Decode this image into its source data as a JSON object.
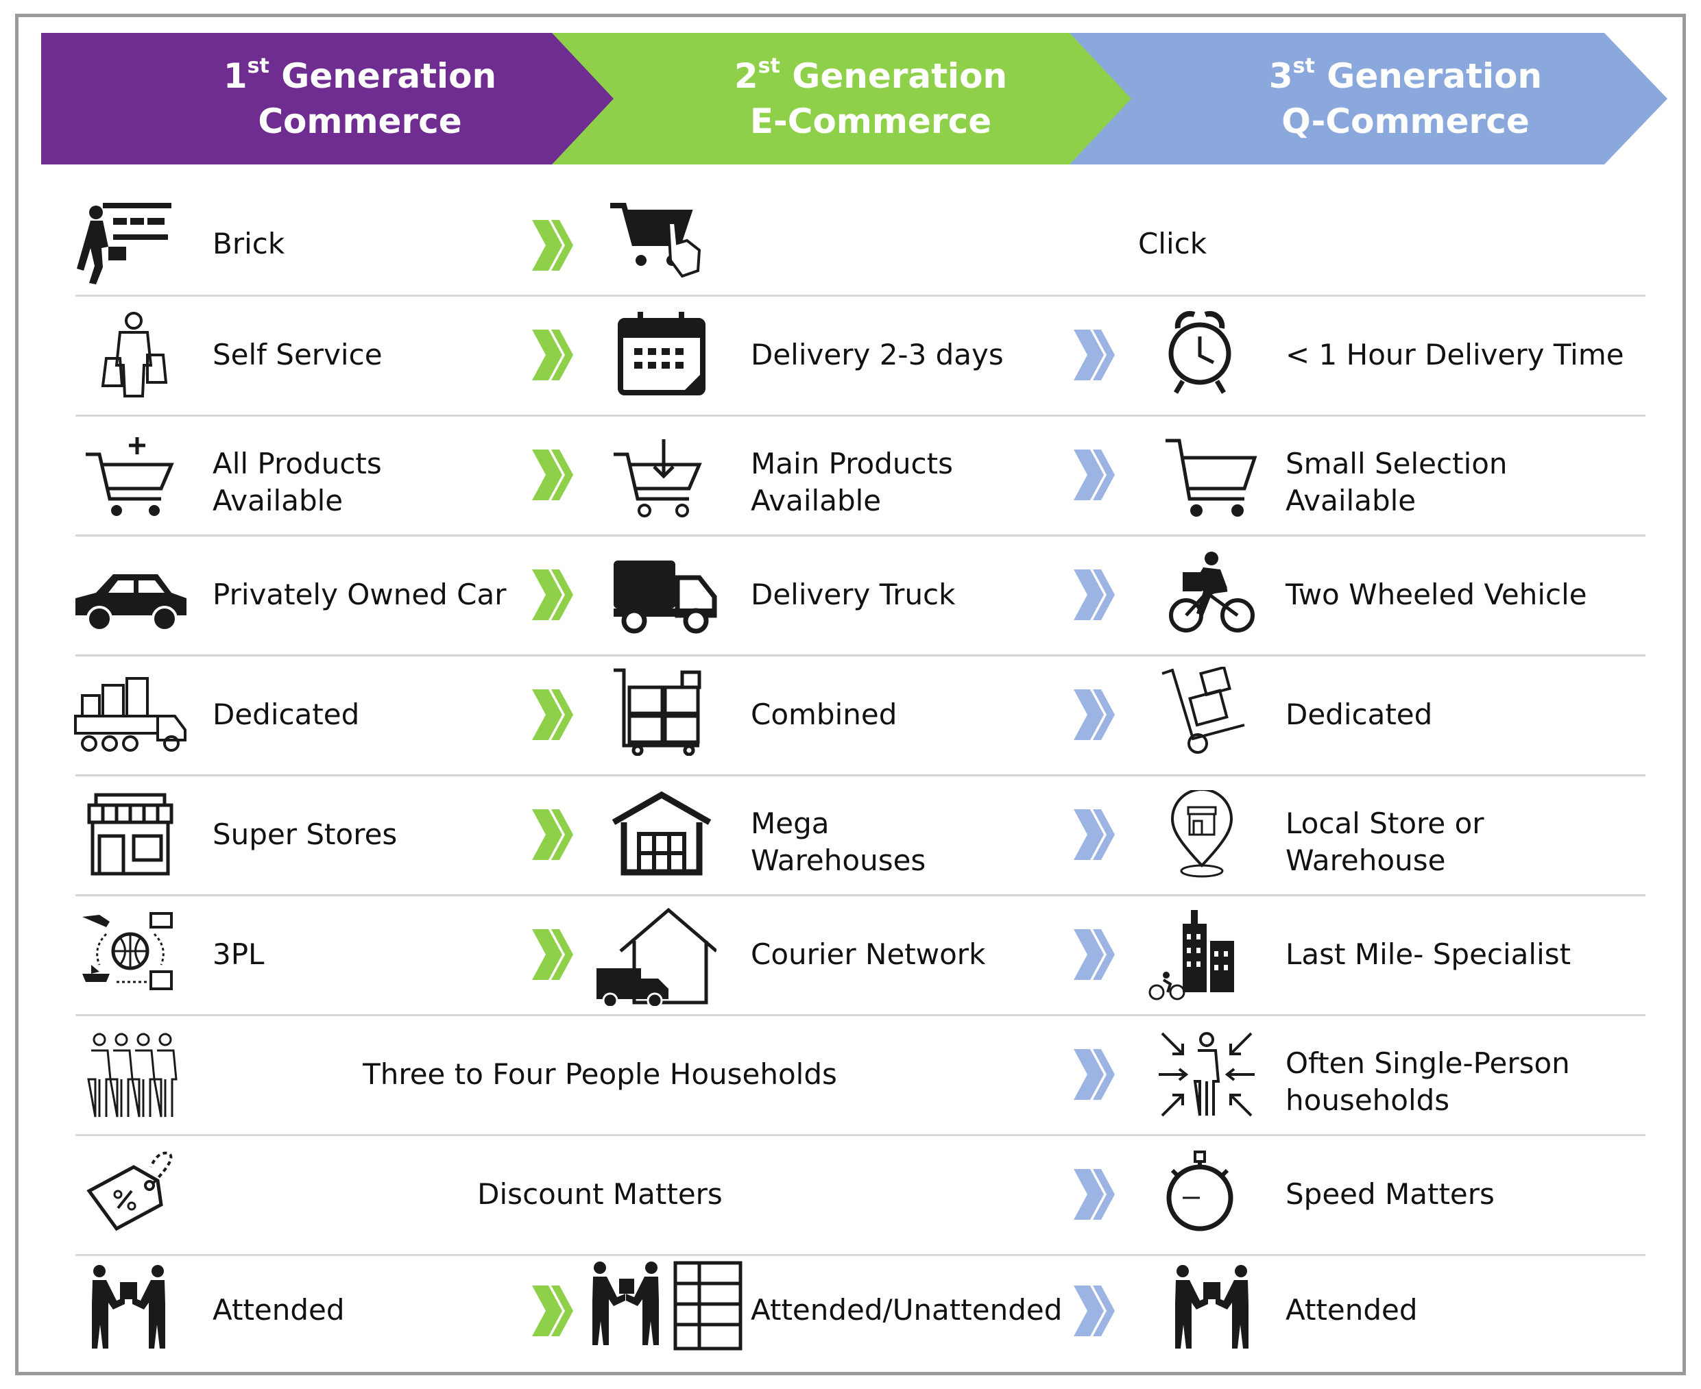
{
  "colors": {
    "gen1": "#6f2c91",
    "gen2": "#8ed04a",
    "gen3": "#8aa8dc",
    "chevron_green": "#8ed04a",
    "chevron_blue": "#9bb4e4",
    "divider": "#d6d6d6",
    "icon": "#1a1a1a"
  },
  "header": {
    "gen1": {
      "num": "1",
      "sup": "st",
      "word": " Generation",
      "line2": "Commerce"
    },
    "gen2": {
      "num": "2",
      "sup": "st",
      "word": " Generation",
      "line2": "E-Commerce"
    },
    "gen3": {
      "num": "3",
      "sup": "st",
      "word": " Generation",
      "line2": "Q-Commerce"
    }
  },
  "rows": [
    {
      "c1": "Brick",
      "c1_icon": "shopper-icon",
      "c2": "",
      "c2_icon": "cart-click-icon",
      "c3": "",
      "c3_icon": "",
      "merged_23": "Click",
      "merged_12": ""
    },
    {
      "c1": "Self Service",
      "c1_icon": "person-bags-icon",
      "c2": "Delivery 2-3 days",
      "c2_icon": "calendar-icon",
      "c3": "< 1 Hour Delivery Time",
      "c3_icon": "alarm-clock-icon"
    },
    {
      "c1": "All Products\nAvailable",
      "c1_icon": "cart-add-icon",
      "c2": "Main Products\nAvailable",
      "c2_icon": "cart-download-icon",
      "c3": "Small Selection\nAvailable",
      "c3_icon": "cart-icon"
    },
    {
      "c1": "Privately Owned Car",
      "c1_icon": "car-icon",
      "c2": "Delivery Truck",
      "c2_icon": "truck-icon",
      "c3": "Two Wheeled Vehicle",
      "c3_icon": "bicycle-courier-icon"
    },
    {
      "c1": "Dedicated",
      "c1_icon": "loaded-truck-icon",
      "c2": "Combined",
      "c2_icon": "trolley-boxes-icon",
      "c3": "Dedicated",
      "c3_icon": "hand-truck-icon"
    },
    {
      "c1": "Super Stores",
      "c1_icon": "store-icon",
      "c2": "Mega\nWarehouses",
      "c2_icon": "warehouse-icon",
      "c3": "Local Store or\nWarehouse",
      "c3_icon": "store-pin-icon"
    },
    {
      "c1": "3PL",
      "c1_icon": "logistics-globe-icon",
      "c2": "Courier Network",
      "c2_icon": "house-van-icon",
      "c3": "Last Mile- Specialist",
      "c3_icon": "city-bike-icon"
    },
    {
      "merged_12": "Three to Four People Households",
      "c1_icon": "family-icon",
      "c3": "Often Single-Person\nhouseholds",
      "c3_icon": "single-person-icon"
    },
    {
      "merged_12": "Discount Matters",
      "c1_icon": "discount-tag-icon",
      "c3": "Speed Matters",
      "c3_icon": "stopwatch-icon"
    },
    {
      "c1": "Attended",
      "c1_icon": "handover-icon",
      "c2": "Attended/Unattended",
      "c2_icon": "handover-locker-icon",
      "c3": "Attended",
      "c3_icon": "handover-icon"
    }
  ]
}
